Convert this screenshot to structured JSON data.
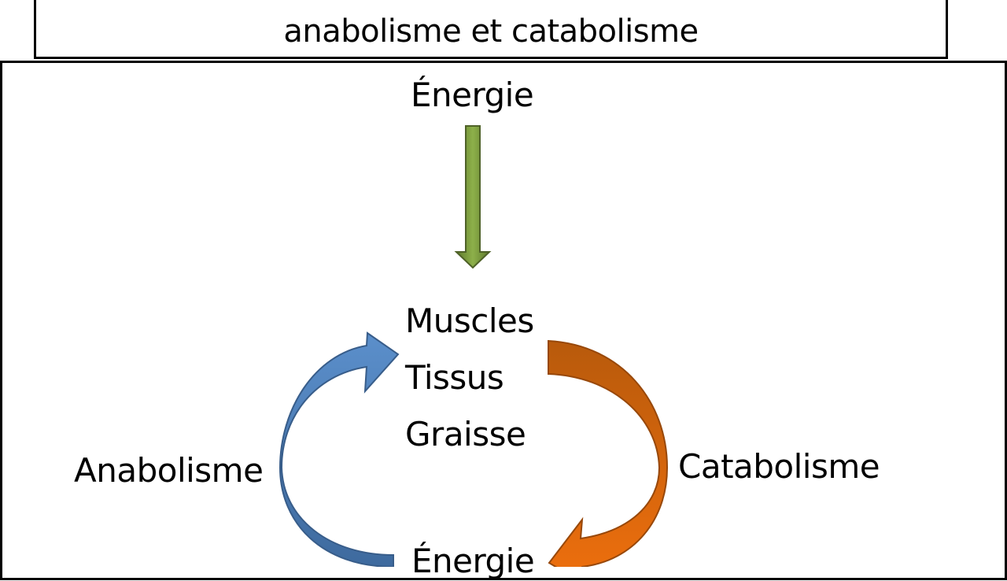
{
  "title": "anabolisme et catabolisme",
  "energy_top": "Énergie",
  "center_items": [
    "Muscles",
    "Tissus",
    "Graisse"
  ],
  "anabolism_label": "Anabolisme",
  "catabolism_label": "Catabolisme",
  "energy_bottom": "Énergie",
  "colors": {
    "energy_arrow": "#77933c",
    "anabolism_arrow": "#4f81bd",
    "catabolism_arrow": "#e36c09"
  }
}
